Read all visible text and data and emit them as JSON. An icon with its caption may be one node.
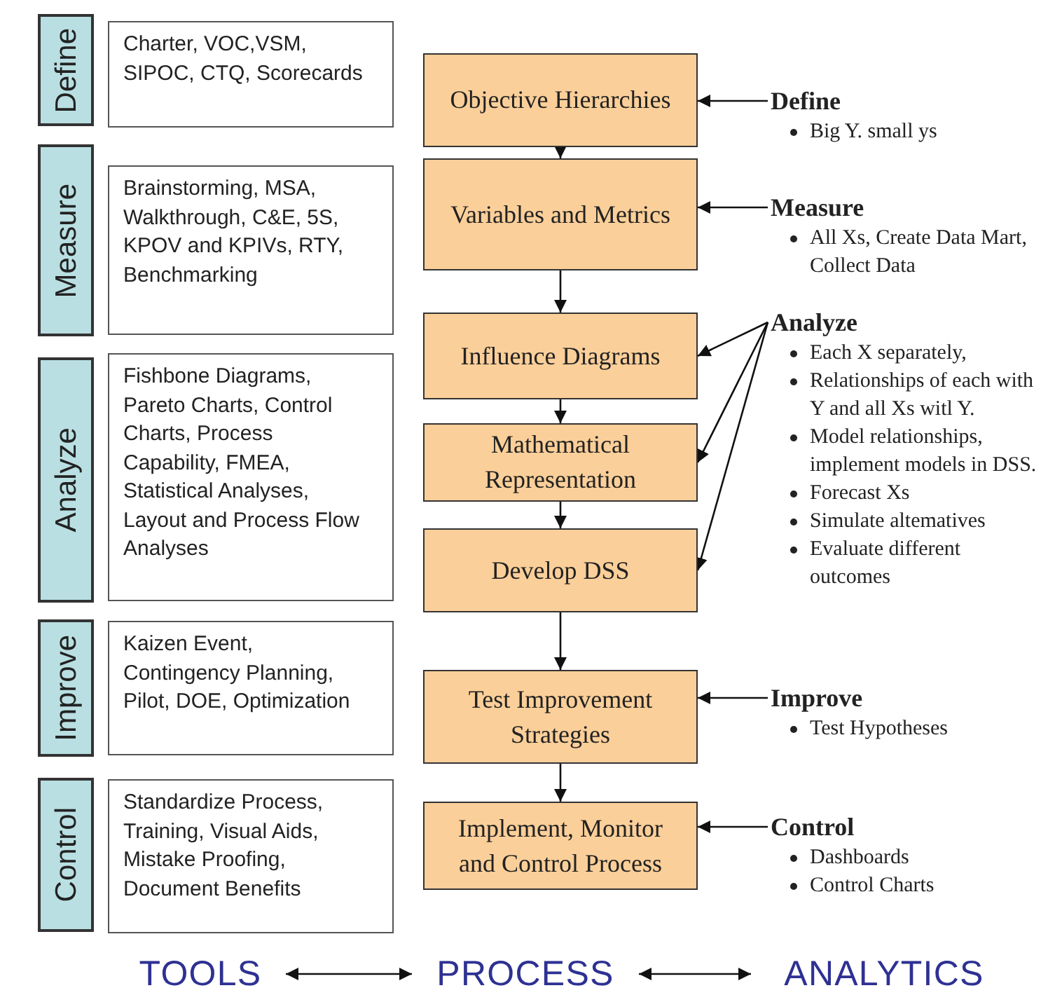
{
  "diagram": {
    "nodes": [
      {
        "text": [
          "Define"
        ]
      },
      {
        "text": [
          "Measure"
        ]
      },
      {
        "text": [
          "Analyze"
        ]
      },
      {
        "text": [
          "Improve"
        ]
      },
      {
        "text": [
          "Control"
        ]
      },
      {
        "text": [
          "Charter, VOC,VSM, SIPOC, CTQ, Scorecards"
        ]
      },
      {
        "text": [
          "Brainstorming,  MSA, Walkthrough, C&E,  5S, KPOV and KPIVs, RTY, Benchmarking"
        ]
      },
      {
        "text": [
          "Fishbone Diagrams, Pareto Charts, Control Charts, Process Capability, FMEA, Statistical Analyses, Layout and Process Flow Analyses"
        ]
      },
      {
        "text": [
          "Kaizen Event, Contingency Planning, Pilot, DOE, Optimization"
        ]
      },
      {
        "text": [
          "Standardize Process, Training, Visual Aids, Mistake Proofing, Document Benefits"
        ]
      },
      {
        "text": [
          "Objective Hierarchies"
        ]
      },
      {
        "text": [
          "Variables and Metrics"
        ]
      },
      {
        "text": [
          "Influence Diagrams"
        ]
      },
      {
        "text": [
          "Mathematical Representation"
        ]
      },
      {
        "text": [
          "Develop DSS"
        ]
      },
      {
        "text": [
          "Test Improvement Strategies"
        ]
      },
      {
        "text": [
          "Implement, Monitor and Control Process"
        ]
      },
      {
        "text": [
          "Define",
          "Big Y. small ys"
        ]
      },
      {
        "text": [
          "Measure",
          "All Xs, Create Data Mart, Collect Data"
        ]
      },
      {
        "text": [
          "Analyze",
          "Each  X separately,",
          "Relationships of each with Y and all Xs witl Y.",
          "Model relationships, implement models in DSS.",
          "Forecast Xs",
          "Simulate altematives",
          "Evaluate different outcomes"
        ]
      },
      {
        "text": [
          "Improve",
          "Test Hypotheses"
        ]
      },
      {
        "text": [
          "Control",
          "Dashboards",
          "Control Charts"
        ]
      },
      {
        "text": [
          "TOOLS"
        ]
      },
      {
        "text": [
          "PROCESS"
        ]
      },
      {
        "text": [
          "ANALYTICS"
        ]
      }
    ],
    "edges": [
      {
        "from": 10,
        "to": 11,
        "arrow": "to"
      },
      {
        "from": 11,
        "to": 12,
        "arrow": "to"
      },
      {
        "from": 12,
        "to": 13,
        "arrow": "to"
      },
      {
        "from": 13,
        "to": 14,
        "arrow": "to"
      },
      {
        "from": 14,
        "to": 15,
        "arrow": "to"
      },
      {
        "from": 15,
        "to": 16,
        "arrow": "to"
      },
      {
        "from": 17,
        "to": 10,
        "arrow": "to"
      },
      {
        "from": 18,
        "to": 11,
        "arrow": "to"
      },
      {
        "from": 19,
        "to": 12,
        "arrow": "to"
      },
      {
        "from": 19,
        "to": 13,
        "arrow": "to"
      },
      {
        "from": 19,
        "to": 14,
        "arrow": "to"
      },
      {
        "from": 20,
        "to": 15,
        "arrow": "to"
      },
      {
        "from": 21,
        "to": 16,
        "arrow": "to"
      },
      {
        "from": 22,
        "to": 23,
        "arrow": "both"
      },
      {
        "from": 23,
        "to": 24,
        "arrow": "both"
      }
    ]
  }
}
